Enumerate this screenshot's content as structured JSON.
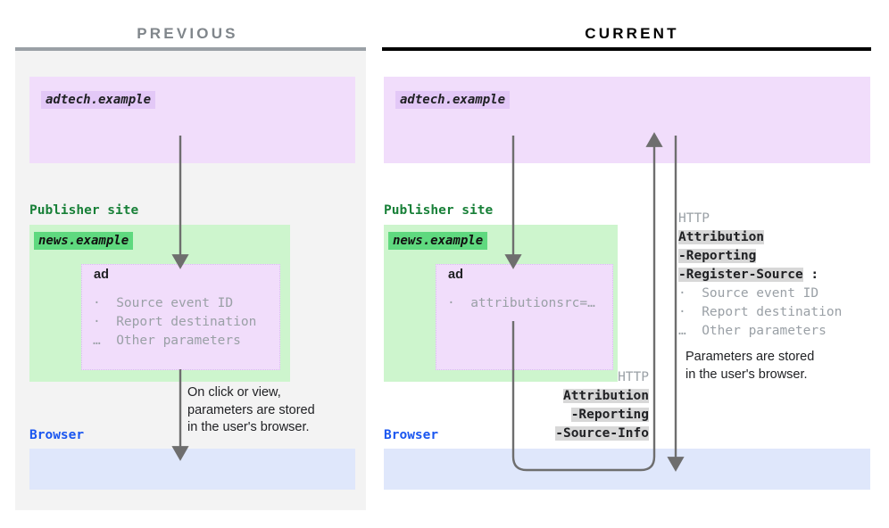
{
  "columns": {
    "previous": {
      "title": "PREVIOUS"
    },
    "current": {
      "title": "CURRENT"
    }
  },
  "colors": {
    "adtech_zone": "#f1ddfb",
    "adtech_chip": "#e3c8f7",
    "publisher_zone": "#cdf5cd",
    "publisher_chip": "#5fd97f",
    "browser_zone": "#dfe7fb",
    "panel_bg": "#f3f3f3",
    "publisher_label": "#188038",
    "browser_label": "#1a56f0",
    "muted_text": "#9aa0a6",
    "header_highlight": "#d8d8d8",
    "arrow": "#6e6e6e",
    "rule_previous": "#9aa0a6",
    "rule_current": "#000000"
  },
  "previous": {
    "adtech_origin": "adtech.example",
    "publisher_label": "Publisher site",
    "publisher_origin": "news.example",
    "ad_title": "ad",
    "ad_params": "·  Source event ID\n·  Report destination\n…  Other parameters",
    "note": "On click or view,\nparameters are stored\nin the user's browser.",
    "browser_label": "Browser"
  },
  "current": {
    "adtech_origin": "adtech.example",
    "publisher_label": "Publisher site",
    "publisher_origin": "news.example",
    "ad_title": "ad",
    "ad_params": "·  attributionsrc=…",
    "browser_label": "Browser",
    "request_http": {
      "protocol": "HTTP",
      "header_lines": [
        "Attribution",
        "-Reporting",
        "-Source-Info"
      ]
    },
    "response_http": {
      "protocol": "HTTP",
      "header_lines": [
        "Attribution",
        "-Reporting",
        "-Register-Source"
      ],
      "colon": ":",
      "params": "·  Source event ID\n·  Report destination\n…  Other parameters",
      "note": "Parameters are stored\nin the user's browser."
    }
  }
}
